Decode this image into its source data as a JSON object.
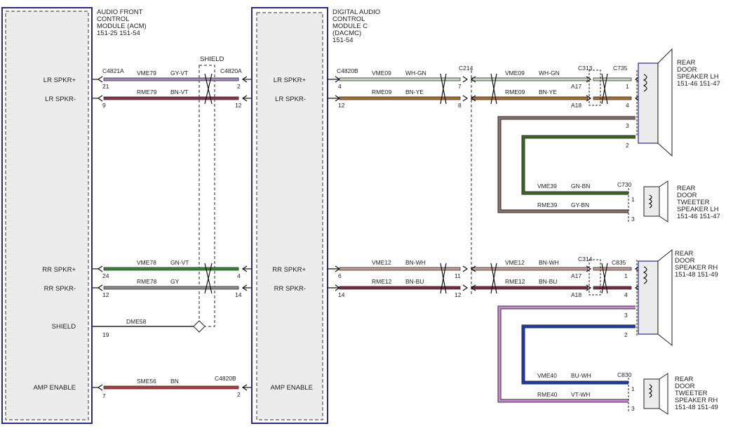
{
  "modules": {
    "acm": {
      "lines": [
        "AUDIO FRONT",
        "CONTROL",
        "MODULE (ACM)",
        "151-25  151-54"
      ]
    },
    "dacmc": {
      "lines": [
        "DIGITAL AUDIO",
        "CONTROL",
        "MODULE C",
        "(DACMC)",
        "151-54"
      ]
    }
  },
  "acm_pins": [
    "LR SPKR+",
    "LR SPKR-",
    "RR SPKR+",
    "RR SPKR-",
    "SHIELD",
    "AMP ENABLE"
  ],
  "dacmc_pins": [
    "LR SPKR+",
    "LR SPKR-",
    "RR SPKR+",
    "RR SPKR-",
    "AMP ENABLE"
  ],
  "shield_label": "SHIELD",
  "connectors": {
    "c4821a": "C4821A",
    "c4820a": "C4820A",
    "c4820b_top": "C4820B",
    "c214": "C214",
    "c313": "C313",
    "c735": "C735",
    "c730": "C730",
    "c314": "C314",
    "c835": "C835",
    "c830": "C830",
    "c4820b_bottom": "C4820B"
  },
  "circuits": [
    {
      "id": "VME79",
      "color": "GY-VT"
    },
    {
      "id": "RME79",
      "color": "BN-VT"
    },
    {
      "id": "VME78",
      "color": "GN-VT"
    },
    {
      "id": "RME78",
      "color": "GY"
    },
    {
      "id": "DME58",
      "color": ""
    },
    {
      "id": "SME56",
      "color": "BN"
    },
    {
      "id": "VME09",
      "color": "WH-GN"
    },
    {
      "id": "RME09",
      "color": "BN-YE"
    },
    {
      "id": "VME09",
      "color": "WH-GN"
    },
    {
      "id": "RME09",
      "color": "BN-YE"
    },
    {
      "id": "VME12",
      "color": "BN-WH"
    },
    {
      "id": "RME12",
      "color": "BN-BU"
    },
    {
      "id": "VME12",
      "color": "BN-WH"
    },
    {
      "id": "RME12",
      "color": "BN-BU"
    },
    {
      "id": "VME39",
      "color": "GN-BN"
    },
    {
      "id": "RME39",
      "color": "GY-BN"
    },
    {
      "id": "VME40",
      "color": "BU-WH"
    },
    {
      "id": "RME40",
      "color": "VT-WH"
    }
  ],
  "pins": {
    "p21": "21",
    "p9": "9",
    "p24": "24",
    "p12a": "12",
    "p19": "19",
    "p7": "7",
    "p2a": "2",
    "p12b": "12",
    "p4a": "4",
    "p14a": "14",
    "p2b": "2",
    "p4b": "4",
    "p12c": "12",
    "p6": "6",
    "p14b": "14",
    "p7c": "7",
    "p8c": "8",
    "p11c": "11",
    "p12d": "12",
    "a17a": "A17",
    "a18a": "A18",
    "a17b": "A17",
    "a18b": "A18",
    "lh1": "1",
    "lh4": "4",
    "lh3": "3",
    "lh2": "2",
    "tl1": "1",
    "tl3": "3",
    "rh1": "1",
    "rh4": "4",
    "rh3": "3",
    "rh2": "2",
    "tr1": "1",
    "tr3": "3"
  },
  "components": {
    "spk_lh": [
      "REAR",
      "DOOR",
      "SPEAKER LH",
      "151-46  151-47"
    ],
    "tw_lh": [
      "REAR",
      "DOOR",
      "TWEETER",
      "SPEAKER LH",
      "151-46  151-47"
    ],
    "spk_rh": [
      "REAR",
      "DOOR",
      "SPEAKER RH",
      "151-48  151-49"
    ],
    "tw_rh": [
      "REAR",
      "DOOR",
      "TWEETER",
      "SPEAKER RH",
      "151-48  151-49"
    ]
  },
  "wire_colors": {
    "gy_vt": "#a08cb8",
    "bn_vt": "#8a3345",
    "gn_vt": "#2e8b2e",
    "gy": "#8c8c8c",
    "bn": "#b03a3a",
    "wh_gn": "#c9d9c0",
    "bn_ye": "#b06a2a",
    "bn_wh": "#c89a96",
    "bn_bu": "#7a2a40",
    "gn_bn": "#3a6a1e",
    "gy_bn": "#8a7068",
    "bu_wh": "#1a3ab8",
    "vt_wh": "#cc88d8",
    "module_fill": "#ececec",
    "module_border": "#2a2a8a"
  }
}
